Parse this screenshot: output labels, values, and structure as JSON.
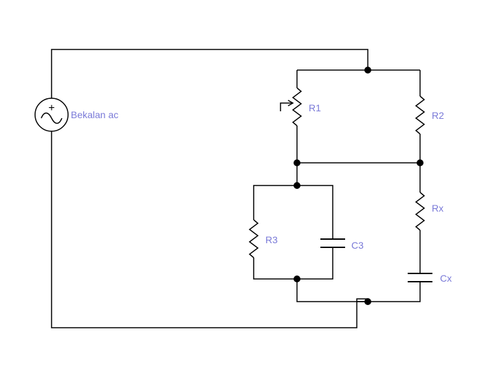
{
  "colors": {
    "wire": "#000000",
    "label": "#7a7ad8",
    "background": "#ffffff"
  },
  "source": {
    "label": "Bekalan ac",
    "symbol": "+",
    "icon": "ac-source-icon"
  },
  "components": {
    "r1": "R1",
    "r2": "R2",
    "r3": "R3",
    "c3": "C3",
    "rx": "Rx",
    "cx": "Cx"
  }
}
